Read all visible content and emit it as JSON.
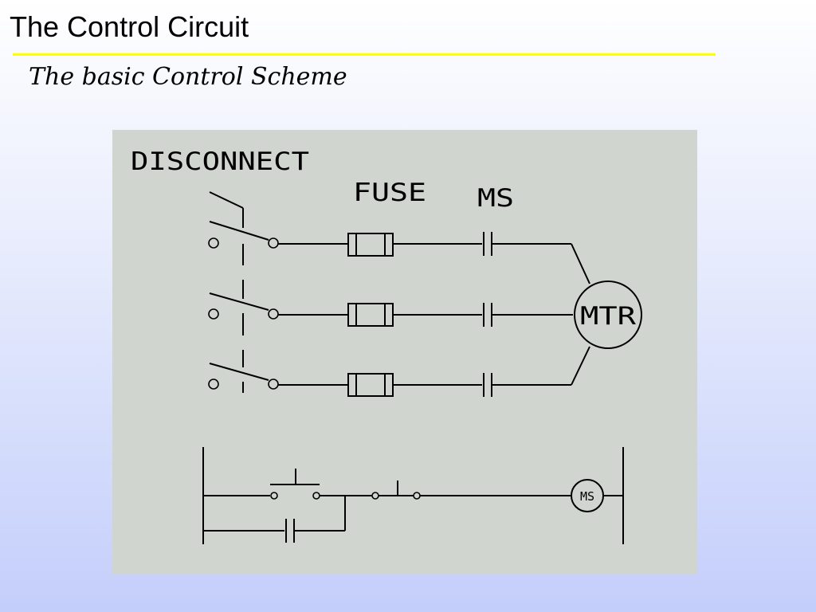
{
  "slide": {
    "title": "The Control Circuit",
    "subtitle": "The basic Control Scheme",
    "accent_color": "#ffff00"
  },
  "diagram": {
    "background": "#d0d5d0",
    "labels": {
      "disconnect": "DISCONNECT",
      "fuse": "FUSE",
      "ms": "MS",
      "motor": "MTR",
      "coil": "MS"
    },
    "power_lines": 3,
    "components": [
      "disconnect-switch",
      "fuse",
      "ms-contact",
      "motor",
      "stop-button",
      "start-button",
      "seal-in-contact",
      "ms-coil"
    ]
  }
}
